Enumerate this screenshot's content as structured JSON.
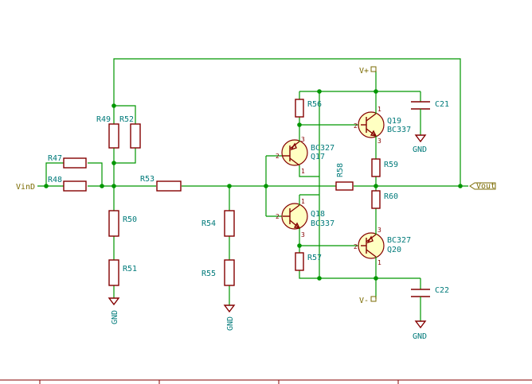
{
  "nets": {
    "vin": "VinD",
    "vout": "Vout",
    "vplus": "V+",
    "vminus": "V-",
    "gnd": "GND"
  },
  "resistors": {
    "R47": "R47",
    "R48": "R48",
    "R49": "R49",
    "R50": "R50",
    "R51": "R51",
    "R52": "R52",
    "R53": "R53",
    "R54": "R54",
    "R55": "R55",
    "R56": "R56",
    "R57": "R57",
    "R58": "R58",
    "R59": "R59",
    "R60": "R60"
  },
  "capacitors": {
    "C21": "C21",
    "C22": "C22"
  },
  "transistors": {
    "Q17": {
      "ref": "Q17",
      "value": "BC327"
    },
    "Q18": {
      "ref": "Q18",
      "value": "BC337"
    },
    "Q19": {
      "ref": "Q19",
      "value": "BC337"
    },
    "Q20": {
      "ref": "Q20",
      "value": "BC327"
    }
  },
  "pins": {
    "p1": "1",
    "p2": "2",
    "p3": "3"
  },
  "colors": {
    "wire": "#009600",
    "component": "#840000",
    "label": "#007a7a",
    "power": "#7a6a00"
  }
}
